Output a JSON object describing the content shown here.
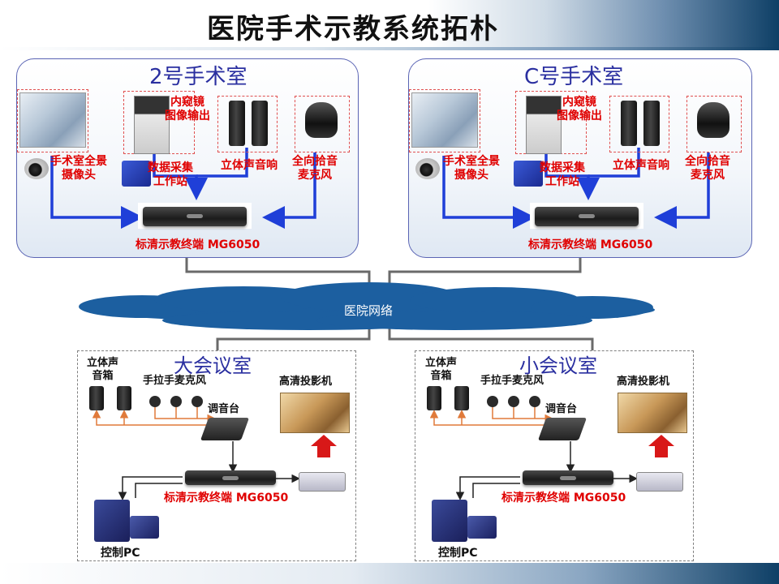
{
  "title": "医院手术示教系统拓朴",
  "network_label": "医院网络",
  "or_rooms": [
    {
      "name": "2号手术室",
      "camera_label": "手术室全景\n摄像头",
      "endoscope_label": "内窥镜\n图像输出",
      "audio_label": "立体声音响",
      "mic_label": "全向拾音\n麦克风",
      "workstation_label": "数据采集\n工作站",
      "terminal_label": "标清示教终端 MG6050"
    },
    {
      "name": "C号手术室",
      "camera_label": "手术室全景\n摄像头",
      "endoscope_label": "内窥镜\n图像输出",
      "audio_label": "立体声音响",
      "mic_label": "全向拾音\n麦克风",
      "workstation_label": "数据采集\n工作站",
      "terminal_label": "标清示教终端 MG6050"
    }
  ],
  "meeting_rooms": [
    {
      "name": "大会议室",
      "speaker_label": "立体声\n音箱",
      "mic_label": "手拉手麦克风",
      "mixer_label": "调音台",
      "projector_label": "高清投影机",
      "terminal_label": "标清示教终端 MG6050",
      "pc_label": "控制PC"
    },
    {
      "name": "小会议室",
      "speaker_label": "立体声\n音箱",
      "mic_label": "手拉手麦克风",
      "mixer_label": "调音台",
      "projector_label": "高清投影机",
      "terminal_label": "标清示教终端 MG6050",
      "pc_label": "控制PC"
    }
  ],
  "colors": {
    "room_border": "#5a64b4",
    "room_title": "#2a2fa0",
    "link_blue": "#1f3fd8",
    "label_red": "#e00000",
    "cloud": "#1c5fa0",
    "arrow_orange": "#e07a3a",
    "projector_arrow": "#d81818"
  }
}
